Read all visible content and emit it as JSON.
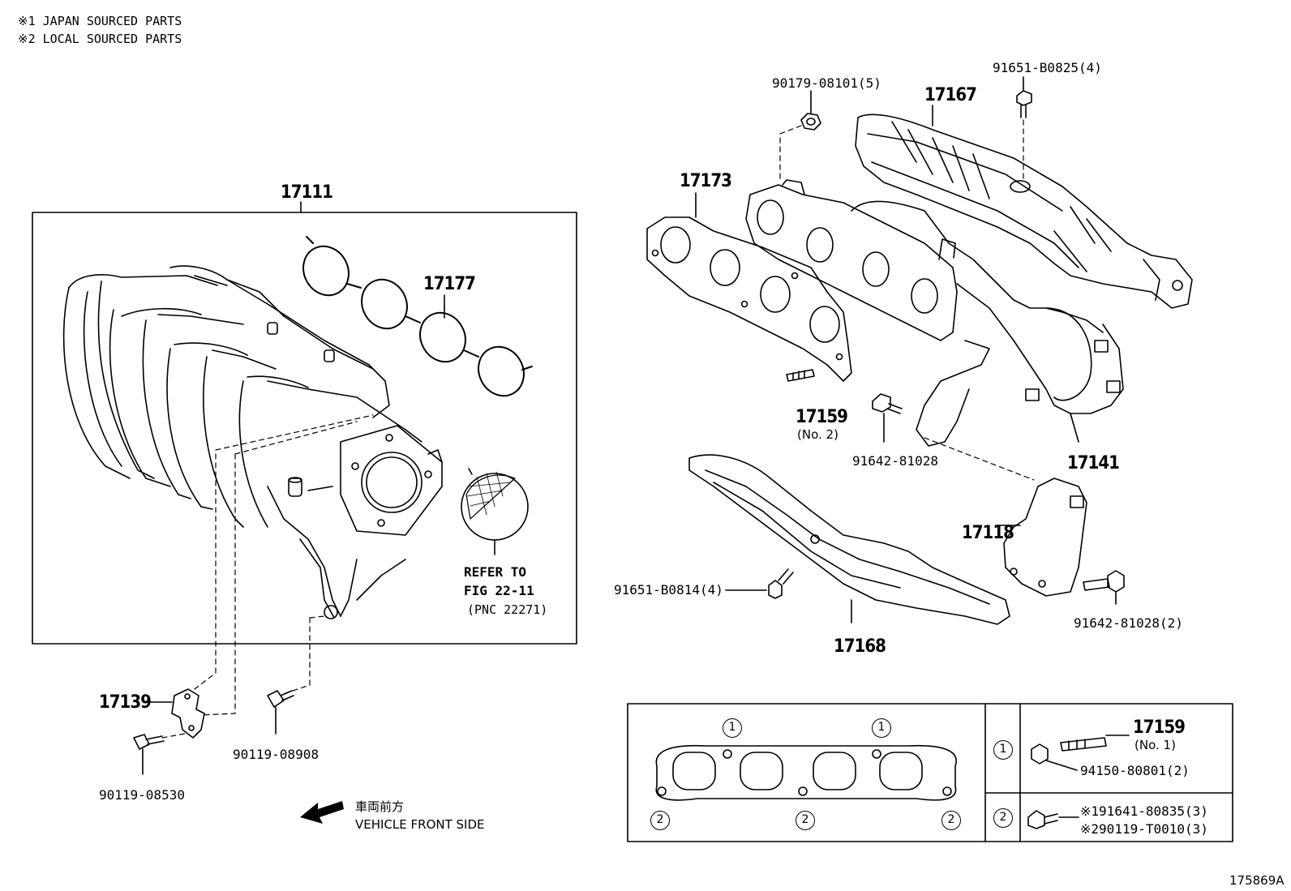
{
  "notes": [
    {
      "mark": "※1",
      "text": "JAPAN SOURCED PARTS"
    },
    {
      "mark": "※2",
      "text": "LOCAL SOURCED PARTS"
    }
  ],
  "parts": {
    "intake_manifold": "17111",
    "intake_gasket": "17177",
    "bracket": "17139",
    "bolt_a": "90119-08530",
    "bolt_b": "90119-08908",
    "refer_line1": "REFER TO",
    "refer_line2": "FIG 22-11",
    "refer_line3": "(PNC 22271)",
    "nut_top": "90179-08101(5)",
    "bolt_top_right": "91651-B0825(4)",
    "upper_heat_insulator": "17167",
    "exhaust_gasket": "17173",
    "stud_no2": "17159",
    "stud_no2_sub": "(No. 2)",
    "bolt_mid": "91642-81028",
    "exhaust_manifold": "17141",
    "stay": "17118",
    "bolt_left": "91651-B0814(4)",
    "lower_heat_insulator": "17168",
    "bolt_right": "91642-81028(2)"
  },
  "direction": {
    "japanese": "車両前方",
    "english": "VEHICLE FRONT SIDE"
  },
  "legend": {
    "circle_1": "1",
    "circle_2": "2",
    "stud_no1": "17159",
    "stud_no1_sub": "(No. 1)",
    "nut_1": "94150-80801(2)",
    "bolt_1": "91641-80835(3)",
    "bolt_1_mark": "※1",
    "bolt_2": "90119-T0010(3)",
    "bolt_2_mark": "※2"
  },
  "figure_id": "175869A"
}
